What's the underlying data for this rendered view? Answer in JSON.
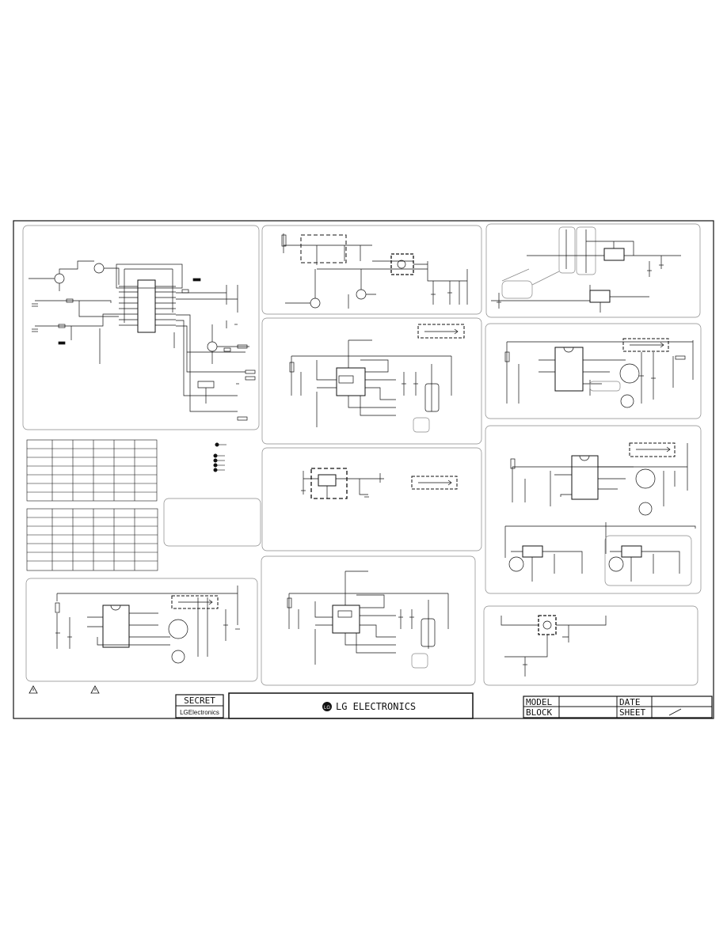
{
  "title_block": {
    "secret_label": "SECRET",
    "company_small": "LGElectronics",
    "company_banner": "LG ELECTRONICS",
    "logo_mark": "LG",
    "model_label": "MODEL",
    "date_label": "DATE",
    "block_label": "BLOCK",
    "sheet_label": "SHEET"
  },
  "warning_icon": "warning-triangle-icon",
  "colors": {
    "line": "#111111",
    "paper": "#ffffff",
    "panel_border": "#888888"
  }
}
